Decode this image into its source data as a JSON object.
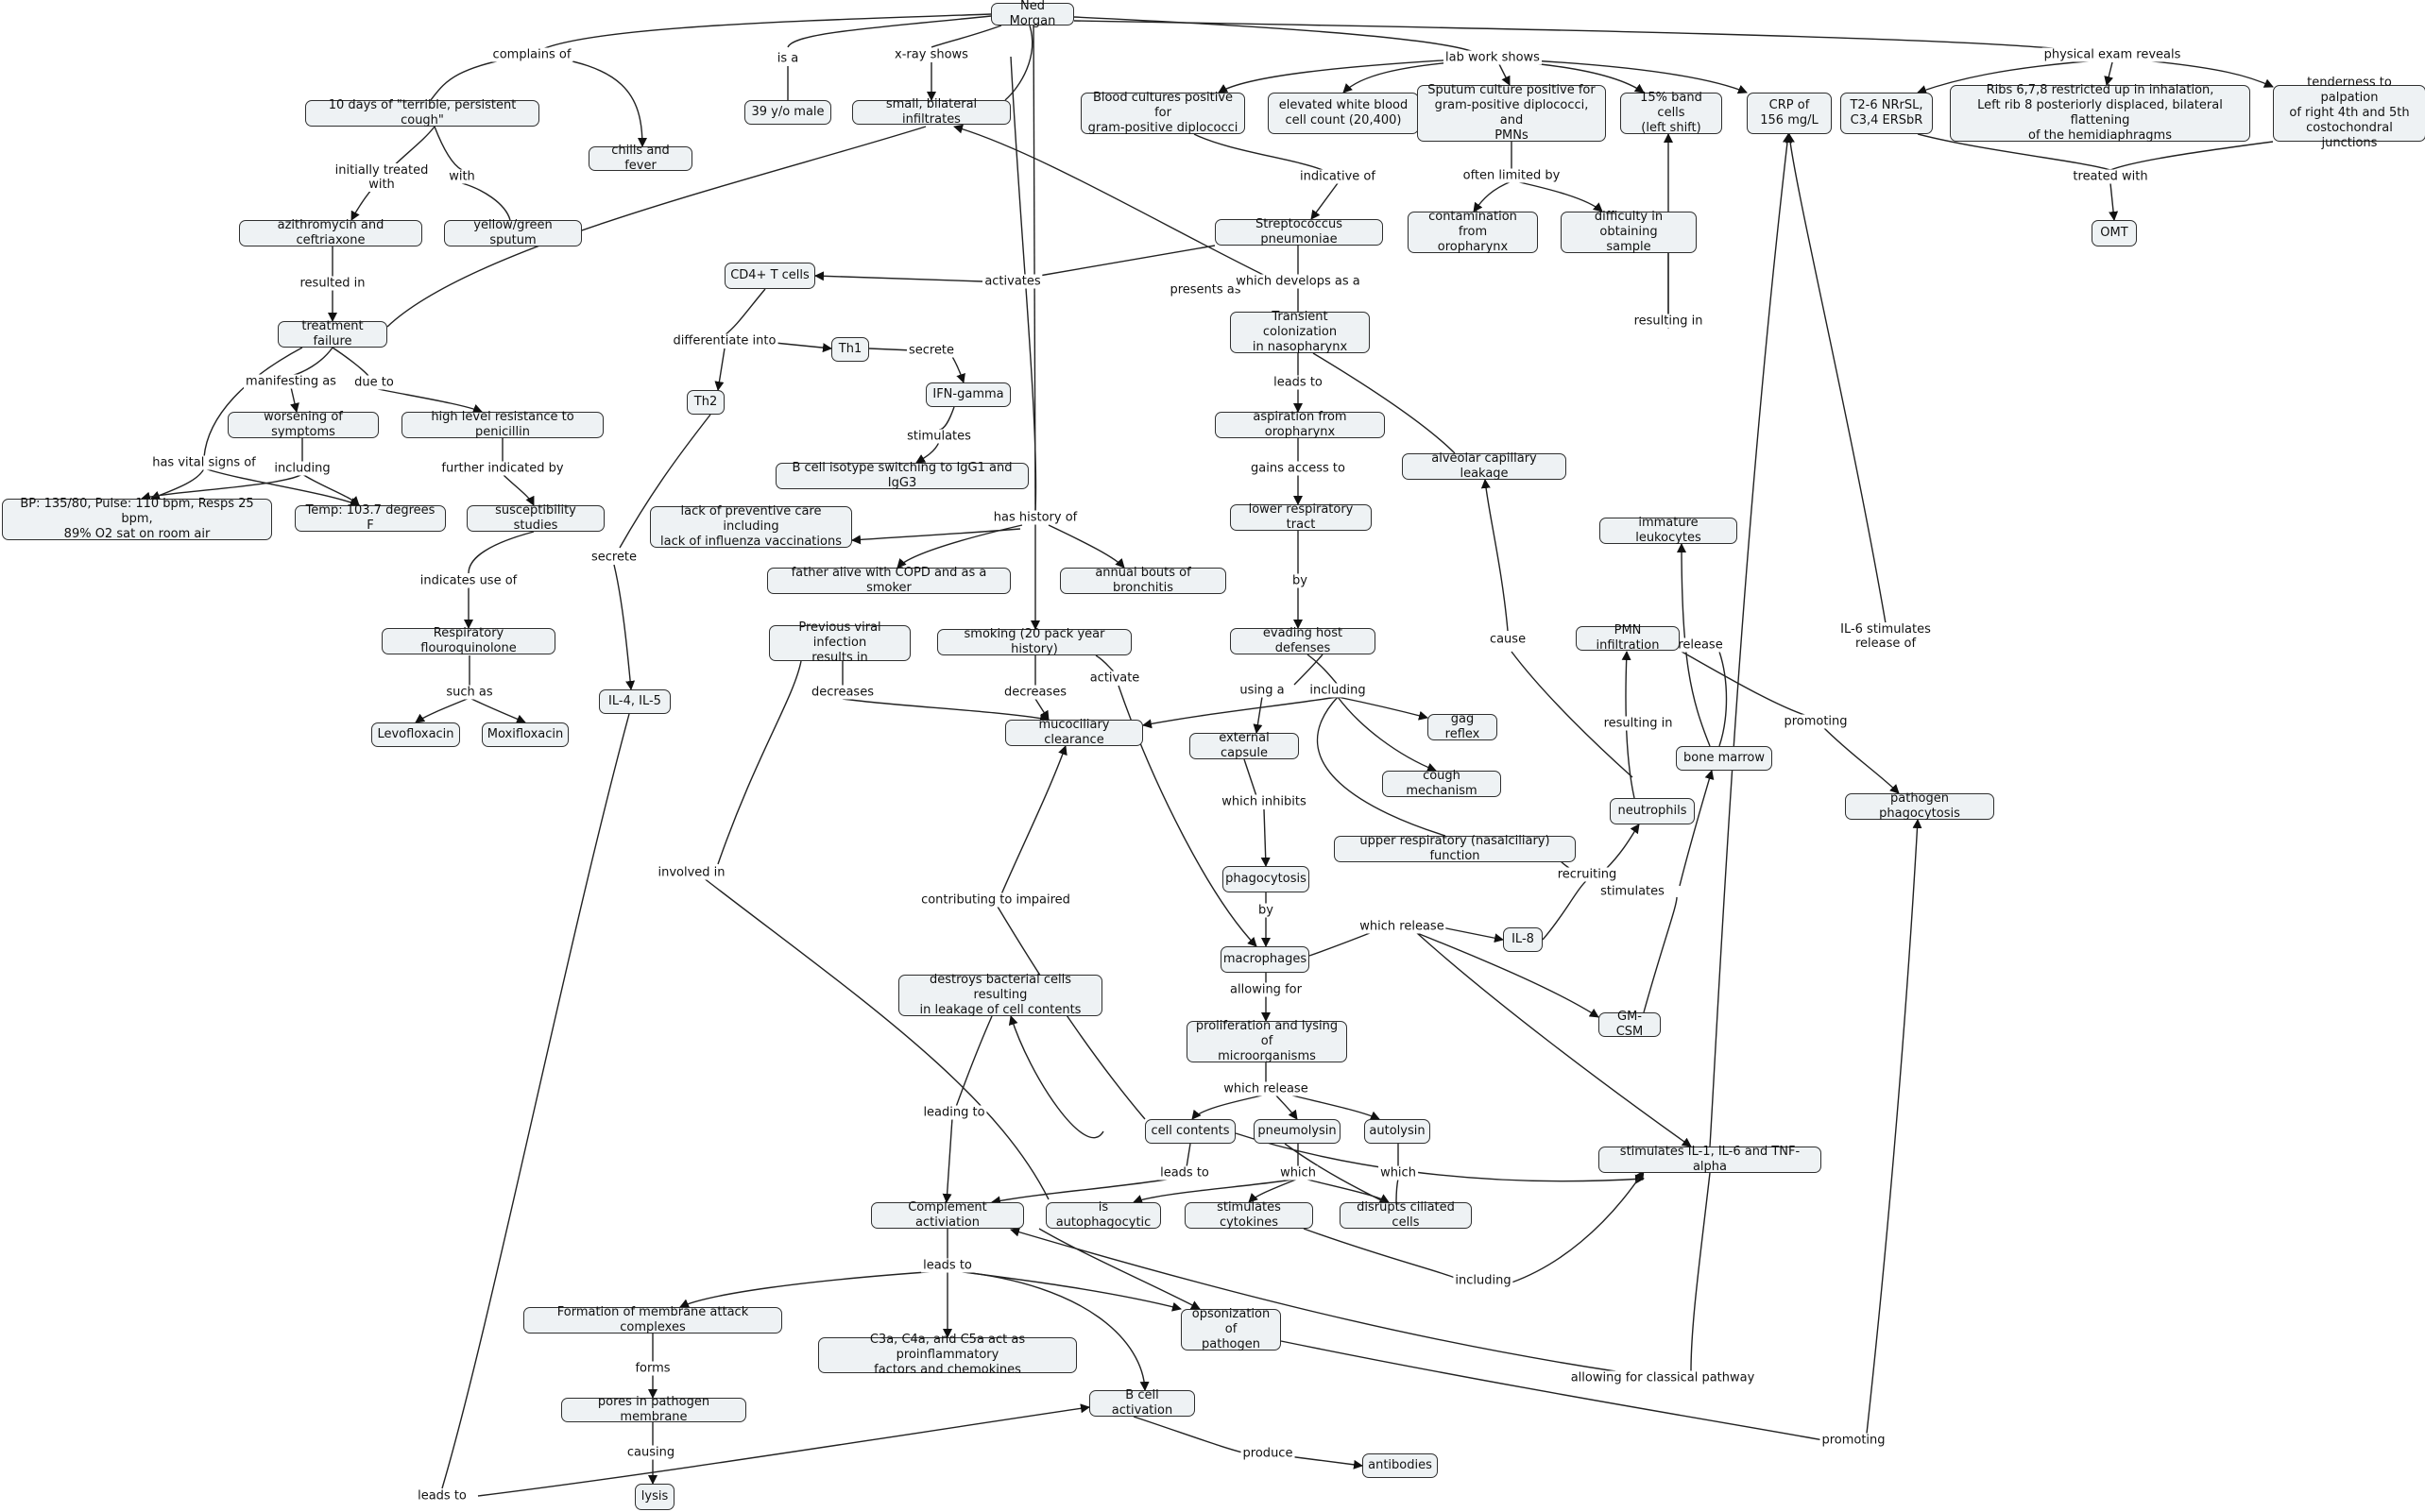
{
  "nodes": [
    {
      "id": "ned",
      "text": "Ned Morgan"
    },
    {
      "id": "cough10",
      "text": "10 days of \"terrible, persistent cough\""
    },
    {
      "id": "chills",
      "text": "chills and fever"
    },
    {
      "id": "male39",
      "text": "39 y/o male"
    },
    {
      "id": "infiltrates",
      "text": "small, bilateral infiltrates"
    },
    {
      "id": "bloodcult",
      "text": "Blood cultures positive for\ngram-positive diplococci"
    },
    {
      "id": "wbc",
      "text": "elevated white blood\ncell count (20,400)"
    },
    {
      "id": "sputumcult",
      "text": "Sputum culture positive for\ngram-positive diplococci, and\nPMNs"
    },
    {
      "id": "bands",
      "text": "15% band cells\n(left shift)"
    },
    {
      "id": "crp",
      "text": "CRP of\n156 mg/L"
    },
    {
      "id": "t2",
      "text": "T2-6 NRrSL,\nC3,4 ERSbR"
    },
    {
      "id": "ribs",
      "text": "Ribs 6,7,8 restricted up in inhalation,\nLeft rib 8 posteriorly displaced, bilateral flattening\nof the hemidiaphragms"
    },
    {
      "id": "tender",
      "text": "tenderness to palpation\nof right 4th and 5th\ncostochondral junctions"
    },
    {
      "id": "azith",
      "text": "azithromycin and ceftriaxone"
    },
    {
      "id": "sputum",
      "text": "yellow/green sputum"
    },
    {
      "id": "strep",
      "text": "Streptococcus pneumoniae"
    },
    {
      "id": "contam",
      "text": "contamination from\noropharynx"
    },
    {
      "id": "difficulty",
      "text": "difficulty in obtaining\nsample"
    },
    {
      "id": "omt",
      "text": "OMT"
    },
    {
      "id": "cd4",
      "text": "CD4+ T cells"
    },
    {
      "id": "treatfail",
      "text": "treatment failure"
    },
    {
      "id": "transient",
      "text": "Transient colonization\nin nasopharynx"
    },
    {
      "id": "th1",
      "text": "Th1"
    },
    {
      "id": "th2",
      "text": "Th2"
    },
    {
      "id": "ifng",
      "text": "IFN-gamma"
    },
    {
      "id": "worsening",
      "text": "worsening of symptoms"
    },
    {
      "id": "penres",
      "text": "high level resistance to penicillin"
    },
    {
      "id": "aspiration",
      "text": "aspiration from oropharynx"
    },
    {
      "id": "alveolar",
      "text": "alveolar capillary leakage"
    },
    {
      "id": "isotype",
      "text": "B cell isotype switching to IgG1 and IgG3"
    },
    {
      "id": "bp",
      "text": "BP: 135/80, Pulse: 110 bpm, Resps 25 bpm,\n89% O2 sat on room air"
    },
    {
      "id": "temp",
      "text": "Temp: 103.7 degrees F"
    },
    {
      "id": "suscept",
      "text": "susceptibility studies"
    },
    {
      "id": "lackcare",
      "text": "lack of preventive care including\nlack of influenza vaccinations"
    },
    {
      "id": "lrt",
      "text": "lower respiratory tract"
    },
    {
      "id": "immature",
      "text": "immature leukocytes"
    },
    {
      "id": "father",
      "text": "father alive with COPD and as a smoker"
    },
    {
      "id": "bronchitis",
      "text": "annual bouts of bronchitis"
    },
    {
      "id": "pmninf",
      "text": "PMN infiltration"
    },
    {
      "id": "fluoro",
      "text": "Respiratory flouroquinolone"
    },
    {
      "id": "viral",
      "text": "Previous viral infection\nresults in"
    },
    {
      "id": "smoking",
      "text": "smoking (20 pack year history)"
    },
    {
      "id": "evading",
      "text": "evading host defenses"
    },
    {
      "id": "il45",
      "text": "IL-4, IL-5"
    },
    {
      "id": "gag",
      "text": "gag reflex"
    },
    {
      "id": "levo",
      "text": "Levofloxacin"
    },
    {
      "id": "moxi",
      "text": "Moxifloxacin"
    },
    {
      "id": "mucocil",
      "text": "mucociliary clearance"
    },
    {
      "id": "capsule",
      "text": "external capsule"
    },
    {
      "id": "bonemarrow",
      "text": "bone marrow"
    },
    {
      "id": "cough",
      "text": "cough mechanism"
    },
    {
      "id": "neutro",
      "text": "neutrophils"
    },
    {
      "id": "phagpath",
      "text": "pathogen phagocytosis"
    },
    {
      "id": "upper",
      "text": "upper respiratory (nasalciliary) function"
    },
    {
      "id": "phago",
      "text": "phagocytosis"
    },
    {
      "id": "il8",
      "text": "IL-8"
    },
    {
      "id": "macro",
      "text": "macrophages"
    },
    {
      "id": "destroys",
      "text": "destroys bacterial cells resulting\nin leakage of cell contents"
    },
    {
      "id": "gmcsm",
      "text": "GM-CSM"
    },
    {
      "id": "prolif",
      "text": "proliferation and lysing of\nmicroorganisms"
    },
    {
      "id": "cellcont",
      "text": "cell contents"
    },
    {
      "id": "pneumolysin",
      "text": "pneumolysin"
    },
    {
      "id": "autolysin",
      "text": "autolysin"
    },
    {
      "id": "stimil",
      "text": "stimulates IL-1, IL-6 and TNF-alpha"
    },
    {
      "id": "complement",
      "text": "Complement activiation"
    },
    {
      "id": "autophago",
      "text": "is autophagocytic"
    },
    {
      "id": "stimcyto",
      "text": "stimulates cytokines"
    },
    {
      "id": "disrupts",
      "text": "disrupts ciliated cells"
    },
    {
      "id": "mac",
      "text": "Formation of membrane attack complexes"
    },
    {
      "id": "opson",
      "text": "opsonization of\npathogen"
    },
    {
      "id": "c3a",
      "text": "C3a, C4a, and C5a act as proinflammatory\nfactors and chemokines"
    },
    {
      "id": "pores",
      "text": "pores in pathogen membrane"
    },
    {
      "id": "bcell",
      "text": "B cell activation"
    },
    {
      "id": "antibodies",
      "text": "antibodies"
    },
    {
      "id": "lysis",
      "text": "lysis"
    }
  ],
  "labels": [
    {
      "id": "l_complains",
      "text": "complains of"
    },
    {
      "id": "l_isa",
      "text": "is a"
    },
    {
      "id": "l_xray",
      "text": "x-ray shows"
    },
    {
      "id": "l_lab",
      "text": "lab work shows"
    },
    {
      "id": "l_physical",
      "text": "physical exam reveals"
    },
    {
      "id": "l_initially",
      "text": "initially treated\nwith"
    },
    {
      "id": "l_with",
      "text": "with"
    },
    {
      "id": "l_indicative",
      "text": "indicative of"
    },
    {
      "id": "l_oftenlimited",
      "text": "often limited by"
    },
    {
      "id": "l_treatedwith",
      "text": "treated with"
    },
    {
      "id": "l_resultedin",
      "text": "resulted in"
    },
    {
      "id": "l_activates",
      "text": "activates"
    },
    {
      "id": "l_presentsas",
      "text": "presents as"
    },
    {
      "id": "l_develops",
      "text": "which develops as a"
    },
    {
      "id": "l_resultingin1",
      "text": "resulting in"
    },
    {
      "id": "l_differentiate",
      "text": "differentiate into"
    },
    {
      "id": "l_secrete1",
      "text": "secrete"
    },
    {
      "id": "l_manifesting",
      "text": "manifesting as"
    },
    {
      "id": "l_dueto",
      "text": "due to"
    },
    {
      "id": "l_leadsto1",
      "text": "leads to"
    },
    {
      "id": "l_stimulates1",
      "text": "stimulates"
    },
    {
      "id": "l_vitalsigns",
      "text": "has vital signs of"
    },
    {
      "id": "l_including1",
      "text": "including"
    },
    {
      "id": "l_furtherind",
      "text": "further indicated by"
    },
    {
      "id": "l_gainsaccess",
      "text": "gains access to"
    },
    {
      "id": "l_hashistory",
      "text": "has history of"
    },
    {
      "id": "l_secrete2",
      "text": "secrete"
    },
    {
      "id": "l_indicatesuse",
      "text": "indicates use of"
    },
    {
      "id": "l_by1",
      "text": "by"
    },
    {
      "id": "l_cause",
      "text": "cause"
    },
    {
      "id": "l_release1",
      "text": "release"
    },
    {
      "id": "l_il6stim",
      "text": "IL-6 stimulates\nrelease of"
    },
    {
      "id": "l_activate",
      "text": "activate"
    },
    {
      "id": "l_suchas",
      "text": "such as"
    },
    {
      "id": "l_decreases1",
      "text": "decreases"
    },
    {
      "id": "l_decreases2",
      "text": "decreases"
    },
    {
      "id": "l_usinga",
      "text": "using a"
    },
    {
      "id": "l_including2",
      "text": "including"
    },
    {
      "id": "l_resultingin2",
      "text": "resulting in"
    },
    {
      "id": "l_promoting1",
      "text": "promoting"
    },
    {
      "id": "l_whichinhibits",
      "text": "which inhibits"
    },
    {
      "id": "l_involvedin",
      "text": "involved in"
    },
    {
      "id": "l_recruiting",
      "text": "recruiting"
    },
    {
      "id": "l_stimulates2",
      "text": "stimulates"
    },
    {
      "id": "l_contributing",
      "text": "contributing to impaired"
    },
    {
      "id": "l_by2",
      "text": "by"
    },
    {
      "id": "l_whichrelease1",
      "text": "which release"
    },
    {
      "id": "l_allowingfor1",
      "text": "allowing for"
    },
    {
      "id": "l_whichrelease2",
      "text": "which release"
    },
    {
      "id": "l_leadingto",
      "text": "leading to"
    },
    {
      "id": "l_leadsto2",
      "text": "leads to"
    },
    {
      "id": "l_which1",
      "text": "which"
    },
    {
      "id": "l_which2",
      "text": "which"
    },
    {
      "id": "l_including3",
      "text": "including"
    },
    {
      "id": "l_leadsto3",
      "text": "leads to"
    },
    {
      "id": "l_forms",
      "text": "forms"
    },
    {
      "id": "l_allowingfor2",
      "text": "allowing for classical pathway"
    },
    {
      "id": "l_causing",
      "text": "causing"
    },
    {
      "id": "l_produce",
      "text": "produce"
    },
    {
      "id": "l_promoting2",
      "text": "promoting"
    },
    {
      "id": "l_leadsto4",
      "text": "leads to"
    }
  ]
}
